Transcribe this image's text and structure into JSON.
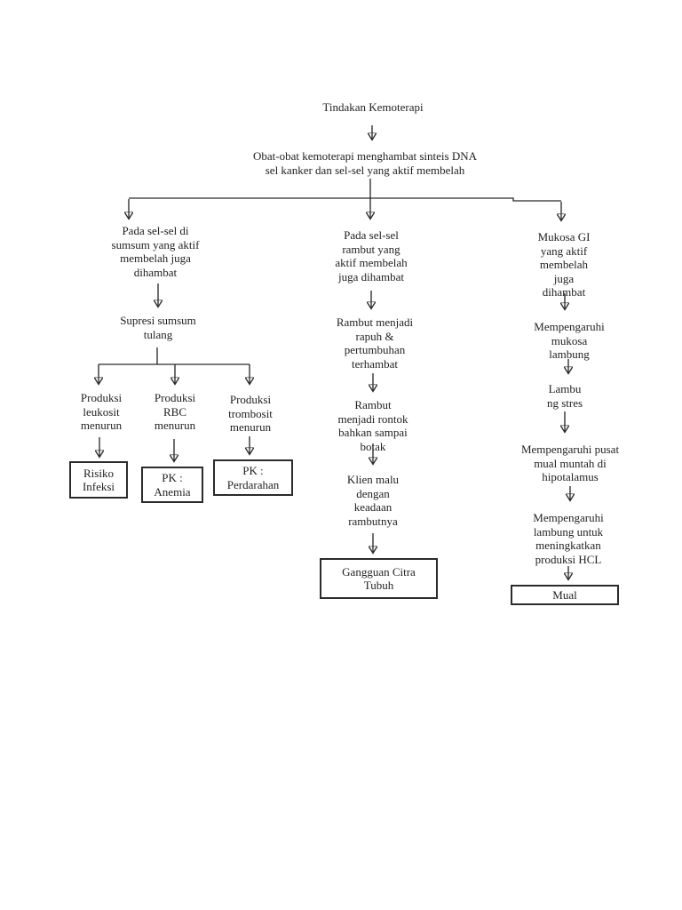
{
  "document": {
    "background_color": "#ffffff",
    "ink_color": "#2b2b2b"
  },
  "flowchart": {
    "title": "Tindakan Kemoterapi",
    "root_cause": "Obat-obat kemoterapi menghambat sinteis DNA\nsel kanker dan sel-sel yang aktif membelah",
    "bone_marrow_branch": {
      "step1": "Pada sel-sel di\nsumsum yang aktif\nmembelah juga\ndihambat",
      "step2": "Supresi sumsum\ntulang",
      "outcomes": [
        {
          "cause": "Produksi\nleukosit\nmenurun",
          "diagnosis": "Risiko\nInfeksi"
        },
        {
          "cause": "Produksi\nRBC\nmenurun",
          "diagnosis": "PK :\nAnemia"
        },
        {
          "cause": "Produksi\ntrombosit\nmenurun",
          "diagnosis": "PK :\nPerdarahan"
        }
      ]
    },
    "hair_branch": {
      "step1": "Pada sel-sel\nrambut yang\naktif membelah\njuga dihambat",
      "step2": "Rambut menjadi\nrapuh &\npertumbuhan\nterhambat",
      "step3": "Rambut\nmenjadi rontok\nbahkan sampai\nbotak",
      "step4": "Klien malu\ndengan\nkeadaan\nrambutnya",
      "diagnosis": "Gangguan Citra\nTubuh"
    },
    "gi_branch": {
      "step1": "Mukosa GI\nyang aktif\nmembelah\njuga\ndihambat",
      "step2": "Mempengaruhi\nmukosa\nlambung",
      "step3": "Lambu\nng stres",
      "step4": "Mempengaruhi pusat\nmual muntah di\nhipotalamus",
      "step5": "Mempengaruhi\nlambung untuk\nmeningkatkan\nproduksi HCL",
      "diagnosis": "Mual"
    }
  }
}
